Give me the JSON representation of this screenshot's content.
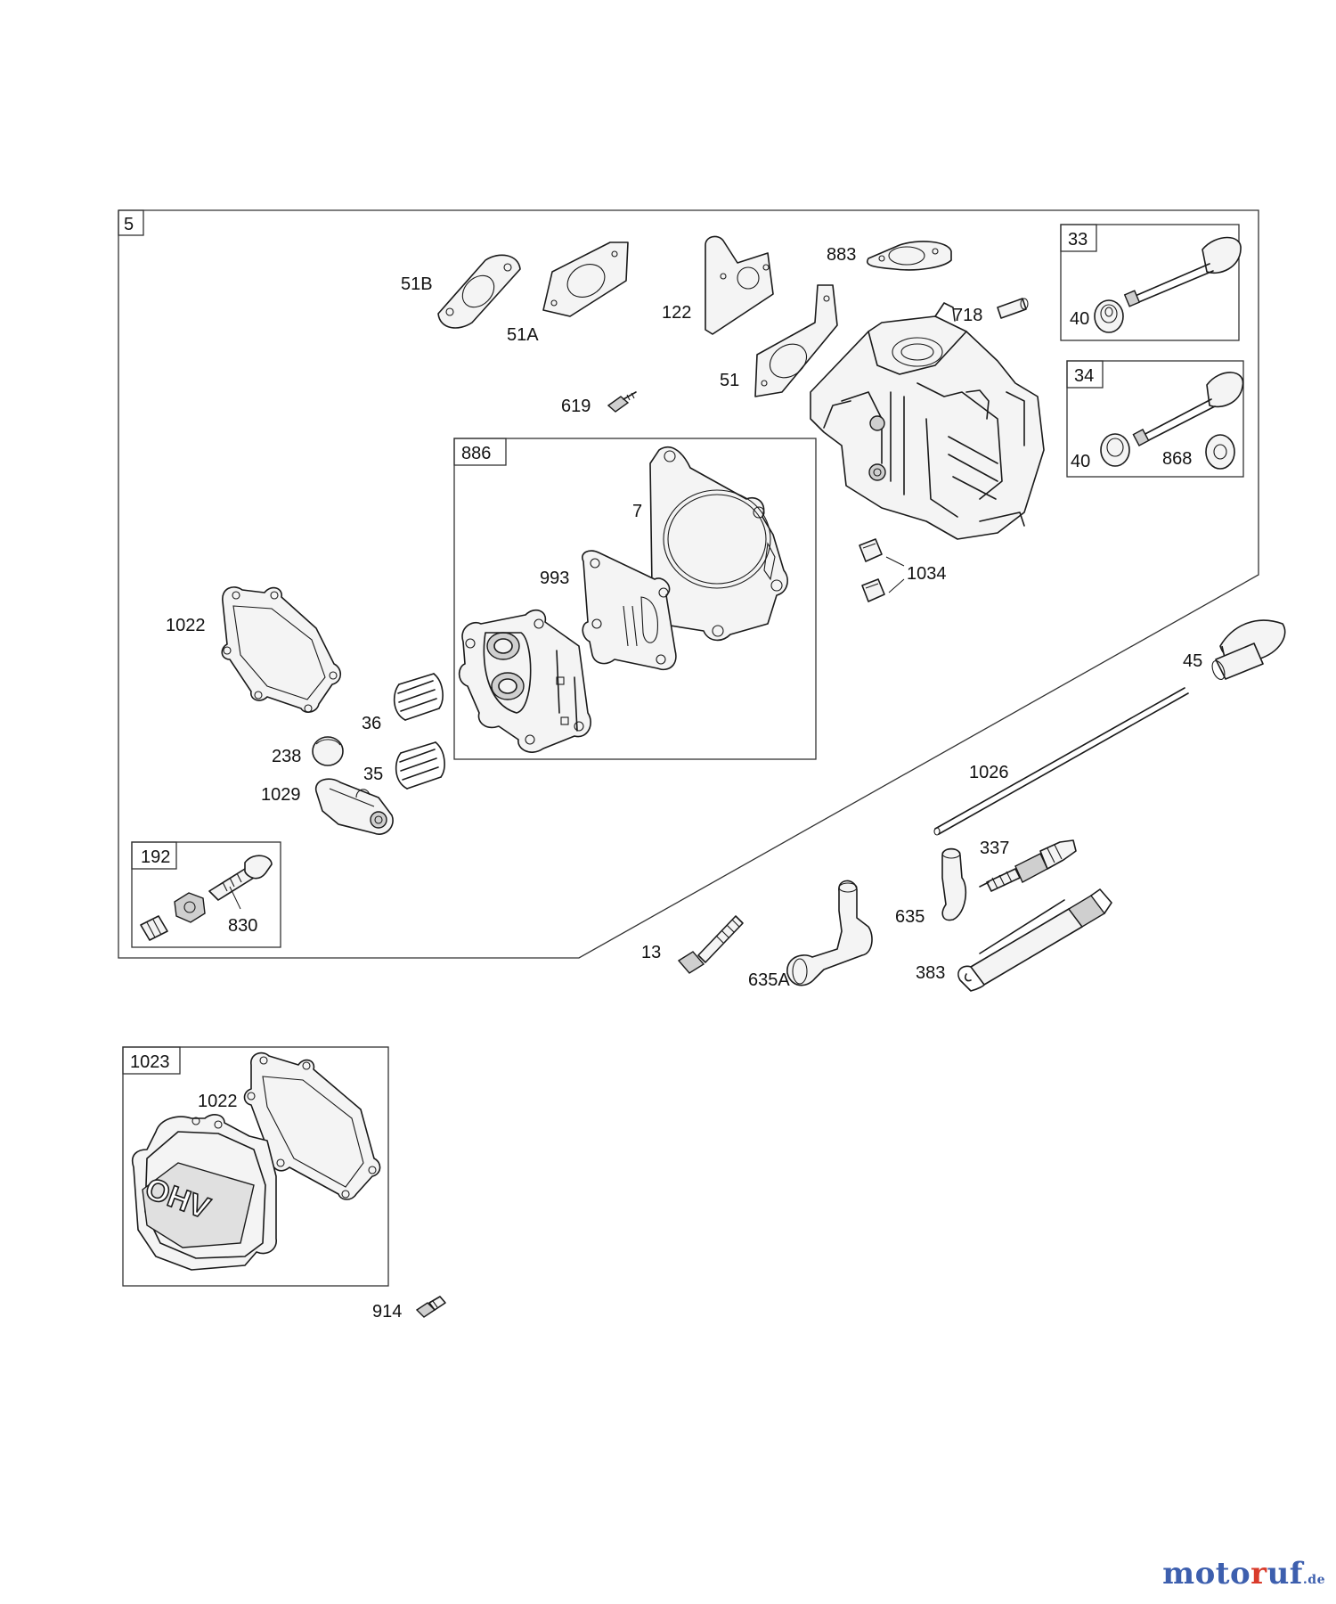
{
  "diagram": {
    "box_tags": {
      "main": "5",
      "b33": "33",
      "b34": "34",
      "b886": "886",
      "b192": "192",
      "b1023": "1023"
    },
    "labels": {
      "l51B": "51B",
      "l51A": "51A",
      "l122": "122",
      "l883": "883",
      "l718": "718",
      "l51": "51",
      "l619": "619",
      "l40a": "40",
      "l40b": "40",
      "l868": "868",
      "l7": "7",
      "l993": "993",
      "l1034": "1034",
      "l1022a": "1022",
      "l36": "36",
      "l238": "238",
      "l35": "35",
      "l1029": "1029",
      "l830": "830",
      "l45": "45",
      "l1026": "1026",
      "l337": "337",
      "l635": "635",
      "l13": "13",
      "l635A": "635A",
      "l383": "383",
      "l1022b": "1022",
      "l914": "914"
    },
    "cover_text": "OHV"
  },
  "watermark": {
    "part1": "moto",
    "part2": "r",
    "part3": "uf",
    "suffix": ".de"
  }
}
